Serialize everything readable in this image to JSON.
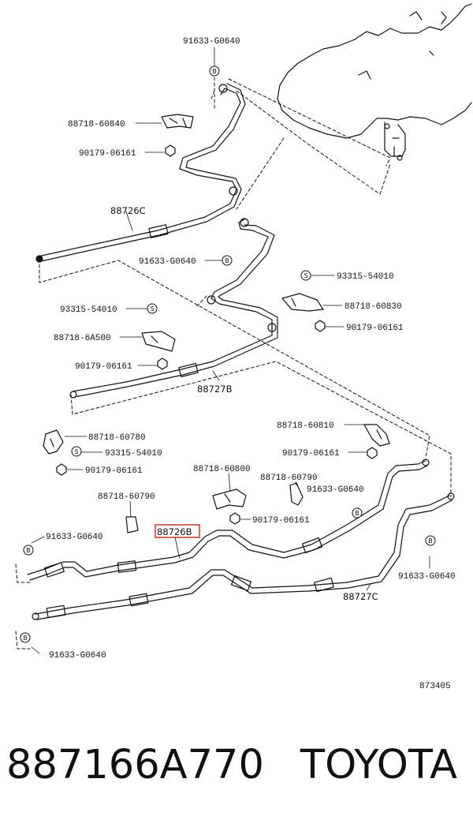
{
  "labels": {
    "clamp_bolt_top": "91633-G0640",
    "clamp_88718_60840": "88718-60840",
    "nut_90179_a": "90179-06161",
    "hose_88726C": "88726C",
    "clamp_bolt_mid": "91633-G0640",
    "bolt_93315_right": "93315-54010",
    "clamp_88718_60830": "88718-60830",
    "nut_90179_right": "90179-06161",
    "bolt_93315_left": "93315-54010",
    "clamp_88718_6A500": "88718-6A500",
    "nut_90179_left": "90179-06161",
    "hose_88727B": "88727B",
    "clamp_88718_60810": "88718-60810",
    "nut_90179_r2": "90179-06161",
    "clamp_88718_60780": "88718-60780",
    "bolt_93315_low": "93315-54010",
    "nut_90179_low": "90179-06161",
    "clamp_88718_60800": "88718-60800",
    "clamp_88718_60790_a": "88718-60790",
    "clamp_88718_60790_b": "88718-60790",
    "clamp_bolt_g": "91633-G0640",
    "nut_90179_mid": "90179-06161",
    "clamp_bolt_left": "91633-G0640",
    "hose_88726B": "88726B",
    "clamp_bolt_right": "91633-G0640",
    "hose_88727C": "88727C",
    "clamp_bolt_bottom": "91633-G0640",
    "diagram_number": "873405"
  },
  "ref_marks": {
    "b": "B",
    "s": "S"
  },
  "footer": {
    "part_number": "887166A770",
    "brand": "TOYOTA"
  },
  "colors": {
    "line": "#111111",
    "highlight": "#e53935"
  }
}
